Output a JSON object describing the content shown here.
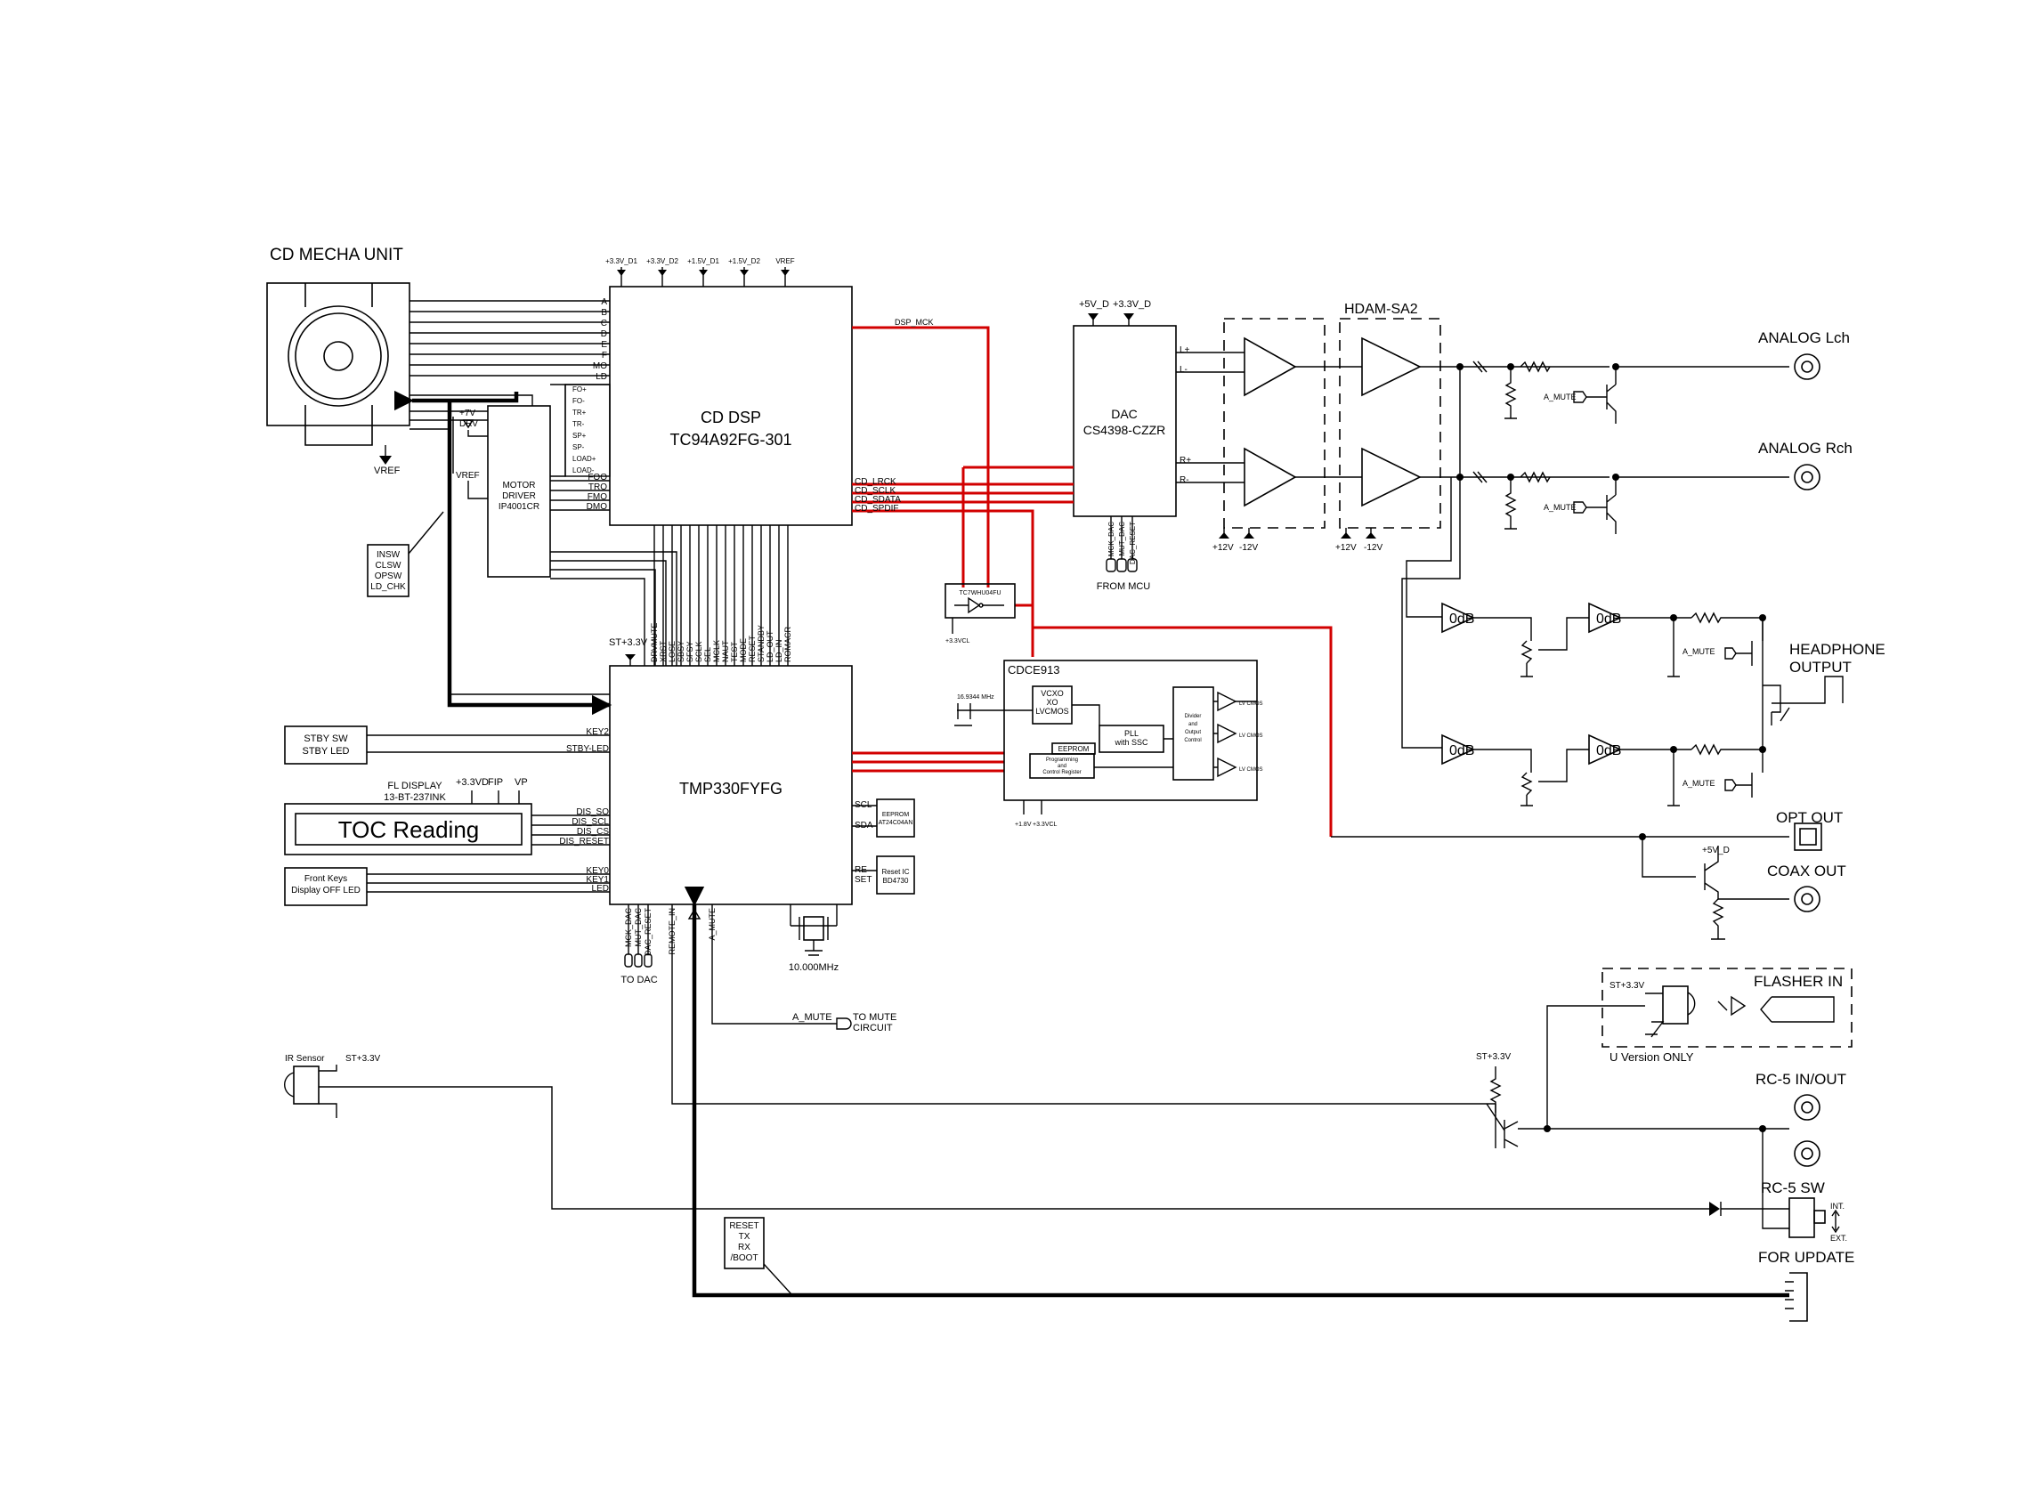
{
  "cd_mecha": {
    "title": "CD MECHA UNIT",
    "vref": "VREF",
    "ctrl_rail": "+7V\nDRV",
    "vref2": "VREF"
  },
  "mecha_pins": [
    "A",
    "B",
    "C",
    "D",
    "E",
    "F",
    "MO",
    "LD"
  ],
  "motor_driver": {
    "name": "MOTOR\nDRIVER\nIP4001CR",
    "outs": [
      "FO+",
      "FO-",
      "TR+",
      "TR-",
      "SP+",
      "SP-",
      "LOAD+",
      "LOAD-"
    ],
    "ins": [
      "FOO",
      "TRO",
      "FMO",
      "DMO"
    ]
  },
  "switches": "INSW\nCLSW\nOPSW\nLD_CHK",
  "cd_dsp": {
    "title": "CD DSP",
    "part": "TC94A92FG-301",
    "rails": [
      "+3.3V_D1",
      "+3.3V_D2",
      "+1.5V_D1",
      "+1.5V_D2",
      "VREF"
    ],
    "outs": [
      "DSP_MCK",
      "CD_LRCK",
      "CD_SCLK",
      "CD_SDATA",
      "CD_SPDIF"
    ],
    "bus_pins": [
      "DRVMUTE",
      "XRST",
      "LOSE",
      "SBSY",
      "SFSY",
      "SCLK",
      "SEL",
      "MCLK",
      "NAUT",
      "TEST",
      "MODE",
      "RESET",
      "STANDBY",
      "LD_OUT",
      "LD_IN",
      "ROMACR"
    ]
  },
  "mcu": {
    "part": "TMP330FYFG",
    "rail": "ST+3.3V",
    "left_pins": [
      "KEY2",
      "STBY-LED",
      "DIS_SO",
      "DIS_SCL",
      "DIS_CS",
      "DIS_RESET",
      "KEY0",
      "KEY1",
      "LED"
    ],
    "right_pins": [
      "SCL",
      "SDA",
      "RE\nSET"
    ],
    "bottom_pins": [
      "MCK_DAC",
      "MUT_DAC",
      "DAC_RESET",
      "REMOTE_IN",
      "A_MUTE"
    ],
    "to_dac": "TO DAC",
    "xtal": "10.000MHz"
  },
  "standby": "STBY SW\nSTBY LED",
  "fl_display": {
    "title": "FL DISPLAY\n13-BT-237INK",
    "rails": [
      "+3.3VD",
      "FIP",
      "VP"
    ],
    "screen_text": "TOC Reading"
  },
  "front_keys": "Front Keys\nDisplay OFF LED",
  "eeprom": "EEPROM\nAT24C04AN",
  "reset_ic": "Reset IC\nBD4730",
  "mute": {
    "signal": "A_MUTE",
    "dest": "TO MUTE\nCIRCUIT"
  },
  "dac": {
    "title": "DAC",
    "part": "CS4398-CZZR",
    "rails": [
      "+5V_D",
      "+3.3V_D"
    ],
    "outs": [
      "L+",
      "L-",
      "R+",
      "R-"
    ],
    "mcu_pins": [
      "MCK_DAC",
      "MUT_DAC",
      "DAC_RESET"
    ],
    "from": "FROM MCU"
  },
  "buffer": {
    "part": "TC7WHU04FU",
    "rail": "+3.3VCL"
  },
  "cdce": {
    "title": "CDCE913",
    "xtal": "16.9344 MHz",
    "vcxo": "VCXO\nXO\nLVCMOS",
    "pll": "PLL\nwith SSC",
    "eeprom": "EEPROM",
    "prog": "Programming\nand\nControl Register",
    "divider": "Divider\nand\nOutput\nControl",
    "out": "LV\nCMOS",
    "rails": [
      "+1.8V",
      "+3.3VCL"
    ]
  },
  "hdam": {
    "title": "HDAM-SA2",
    "rails": [
      "+12V",
      "-12V"
    ]
  },
  "outputs": {
    "analog_l": "ANALOG Lch",
    "analog_r": "ANALOG Rch",
    "headphone": "HEADPHONE\nOUTPUT",
    "opt": "OPT OUT",
    "coax": "COAX OUT",
    "coax_rail": "+5V_D",
    "flasher": "FLASHER IN",
    "flasher_rail": "ST+3.3V",
    "u_version": "U Version ONLY",
    "rc5_io": "RC-5 IN/OUT",
    "rc5_rail": "ST+3.3V",
    "rc5_sw": "RC-5 SW",
    "int": "INT.",
    "ext": "EXT.",
    "update": "FOR UPDATE",
    "a_mute": "A_MUTE",
    "gain": "0dB"
  },
  "ir": {
    "label": "IR Sensor",
    "rail": "ST+3.3V"
  },
  "update_pins": "RESET\nTX\nRX\n/BOOT"
}
